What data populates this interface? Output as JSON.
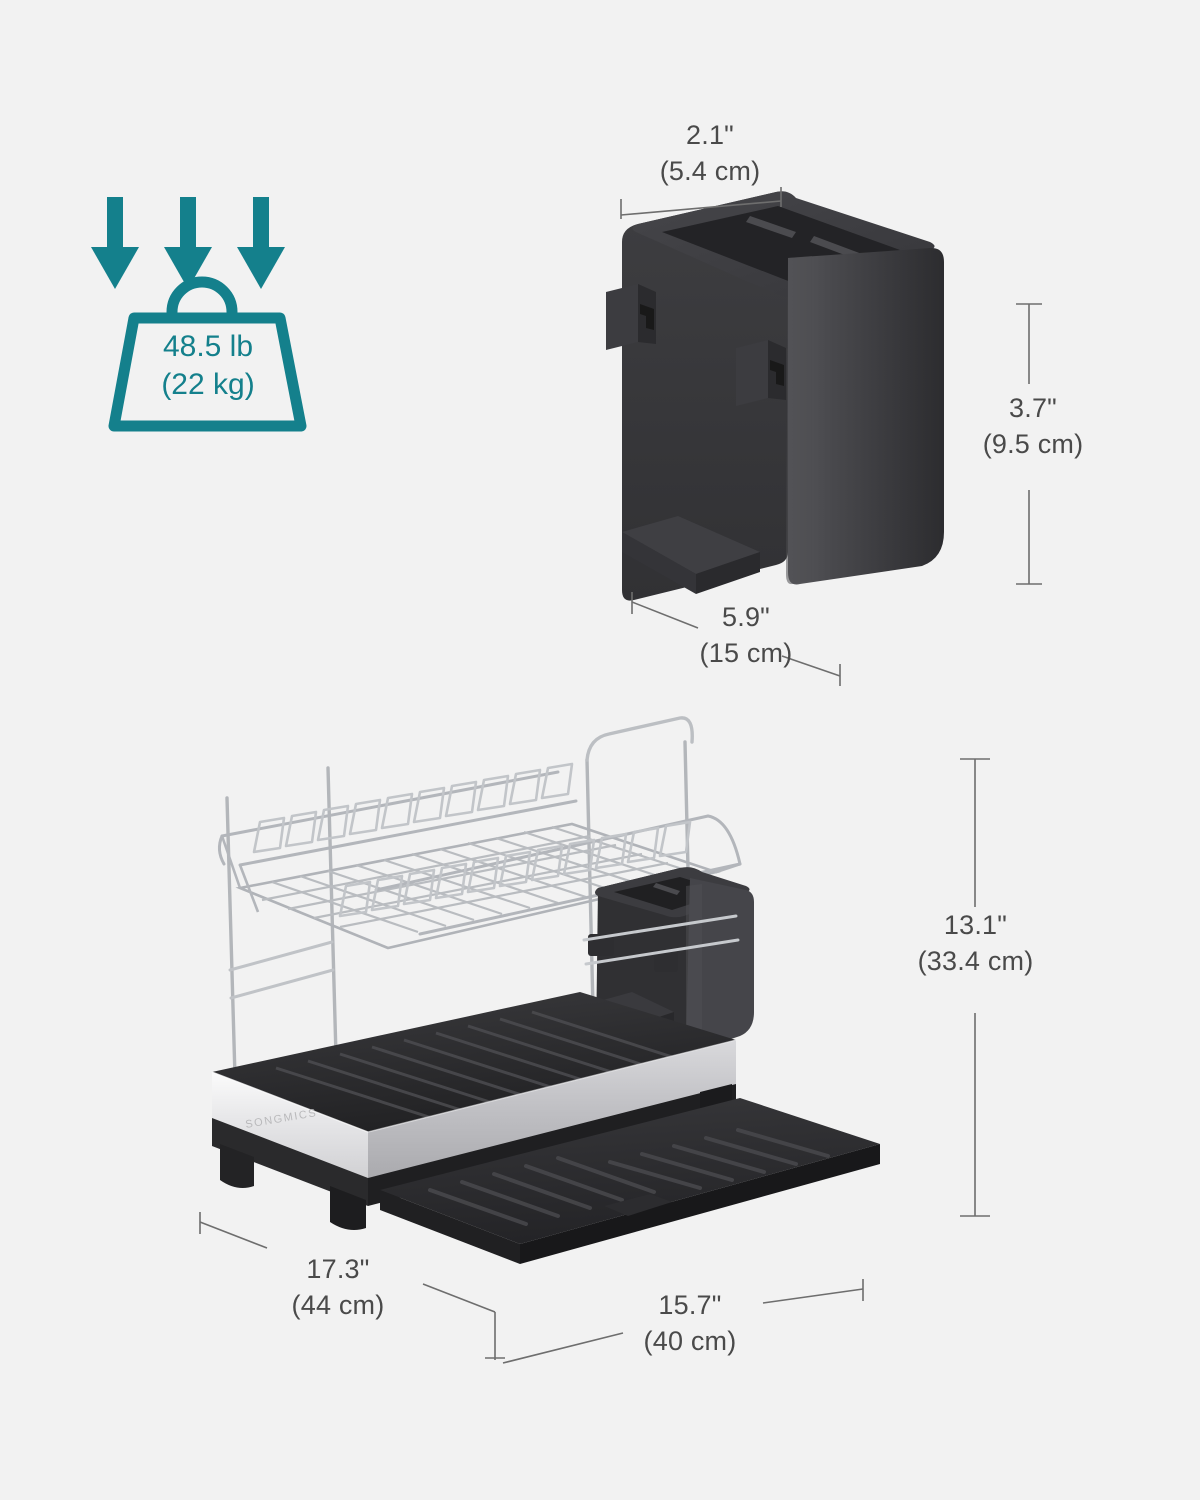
{
  "page": {
    "background_color": "#f2f2f2",
    "dimension_line_color": "#6e6e6e",
    "dimension_text_color": "#4a4a4a",
    "accent_color": "#14808c"
  },
  "load_capacity": {
    "icon": "weight-down-arrows-icon",
    "arrow_count": 3,
    "value_imperial": "48.5 lb",
    "value_metric": "(22 kg)"
  },
  "utensil_holder": {
    "name": "utensil-holder",
    "color": "#3a3a3d",
    "compartments": 3,
    "hooks": 2,
    "dimensions": {
      "width": {
        "imperial": "2.1\"",
        "metric": "(5.4 cm)"
      },
      "height": {
        "imperial": "3.7\"",
        "metric": "(9.5 cm)"
      },
      "depth": {
        "imperial": "5.9\"",
        "metric": "(15 cm)"
      }
    }
  },
  "dish_rack": {
    "name": "2-tier-dish-rack",
    "brand": "SONGMICS",
    "frame_color": "#c9ccd0",
    "tray_color": "#2a2a2c",
    "band_color": "#e8e8ea",
    "dimensions": {
      "depth": {
        "imperial": "17.3\"",
        "metric": "(44 cm)"
      },
      "width": {
        "imperial": "15.7\"",
        "metric": "(40 cm)"
      },
      "height": {
        "imperial": "13.1\"",
        "metric": "(33.4 cm)"
      }
    }
  }
}
